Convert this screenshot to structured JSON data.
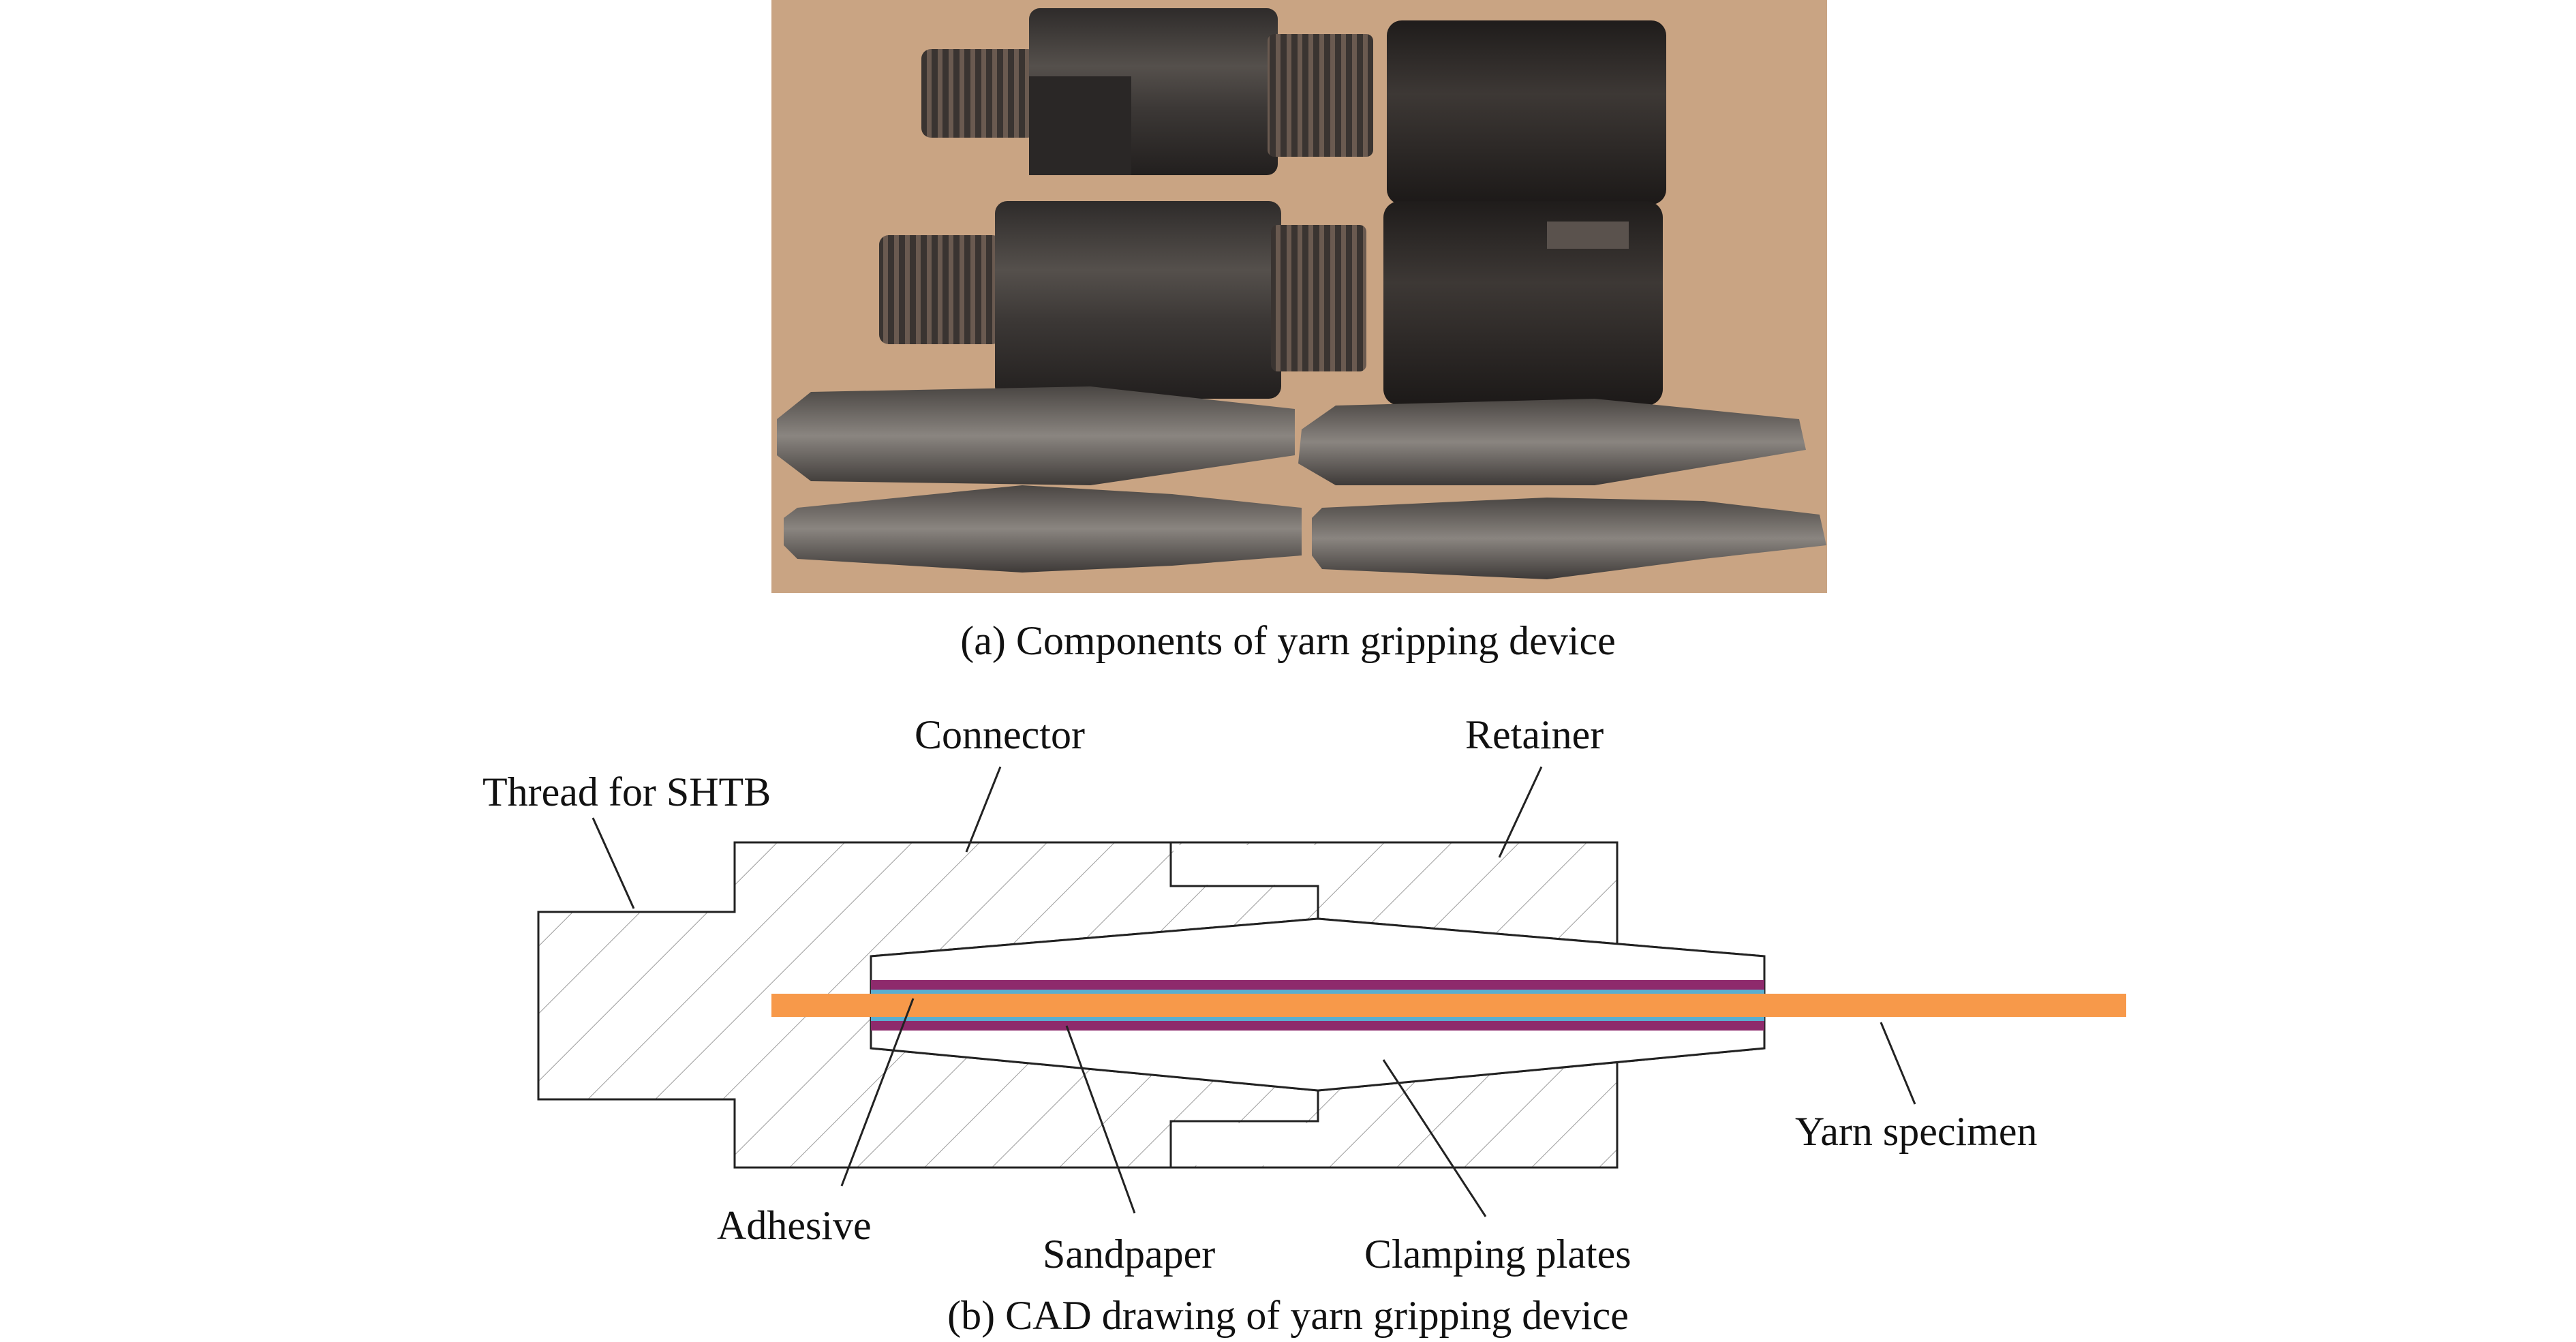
{
  "photo": {
    "caption": "(a) Components of yarn gripping device",
    "background_color": "#c8a382",
    "metal_color": "#3b3735",
    "part_names": [
      "connector-top",
      "retainer-top",
      "connector-bottom",
      "retainer-bottom",
      "clamping-plate-upper-left",
      "clamping-plate-upper-right",
      "clamping-plate-lower-left",
      "clamping-plate-lower-right"
    ]
  },
  "cad": {
    "caption": "(b) CAD drawing of yarn gripping device",
    "labels": {
      "connector": "Connector",
      "retainer": "Retainer",
      "thread": "Thread for SHTB",
      "yarn": "Yarn specimen",
      "adhesive": "Adhesive",
      "sandpaper": "Sandpaper",
      "clamping": "Clamping plates"
    },
    "colors": {
      "yarn": "#f7994a",
      "sandpaper": "#8e2a6c",
      "adhesive": "#5aaed0",
      "outline": "#222222",
      "hatch": "#9a9a9a"
    }
  }
}
